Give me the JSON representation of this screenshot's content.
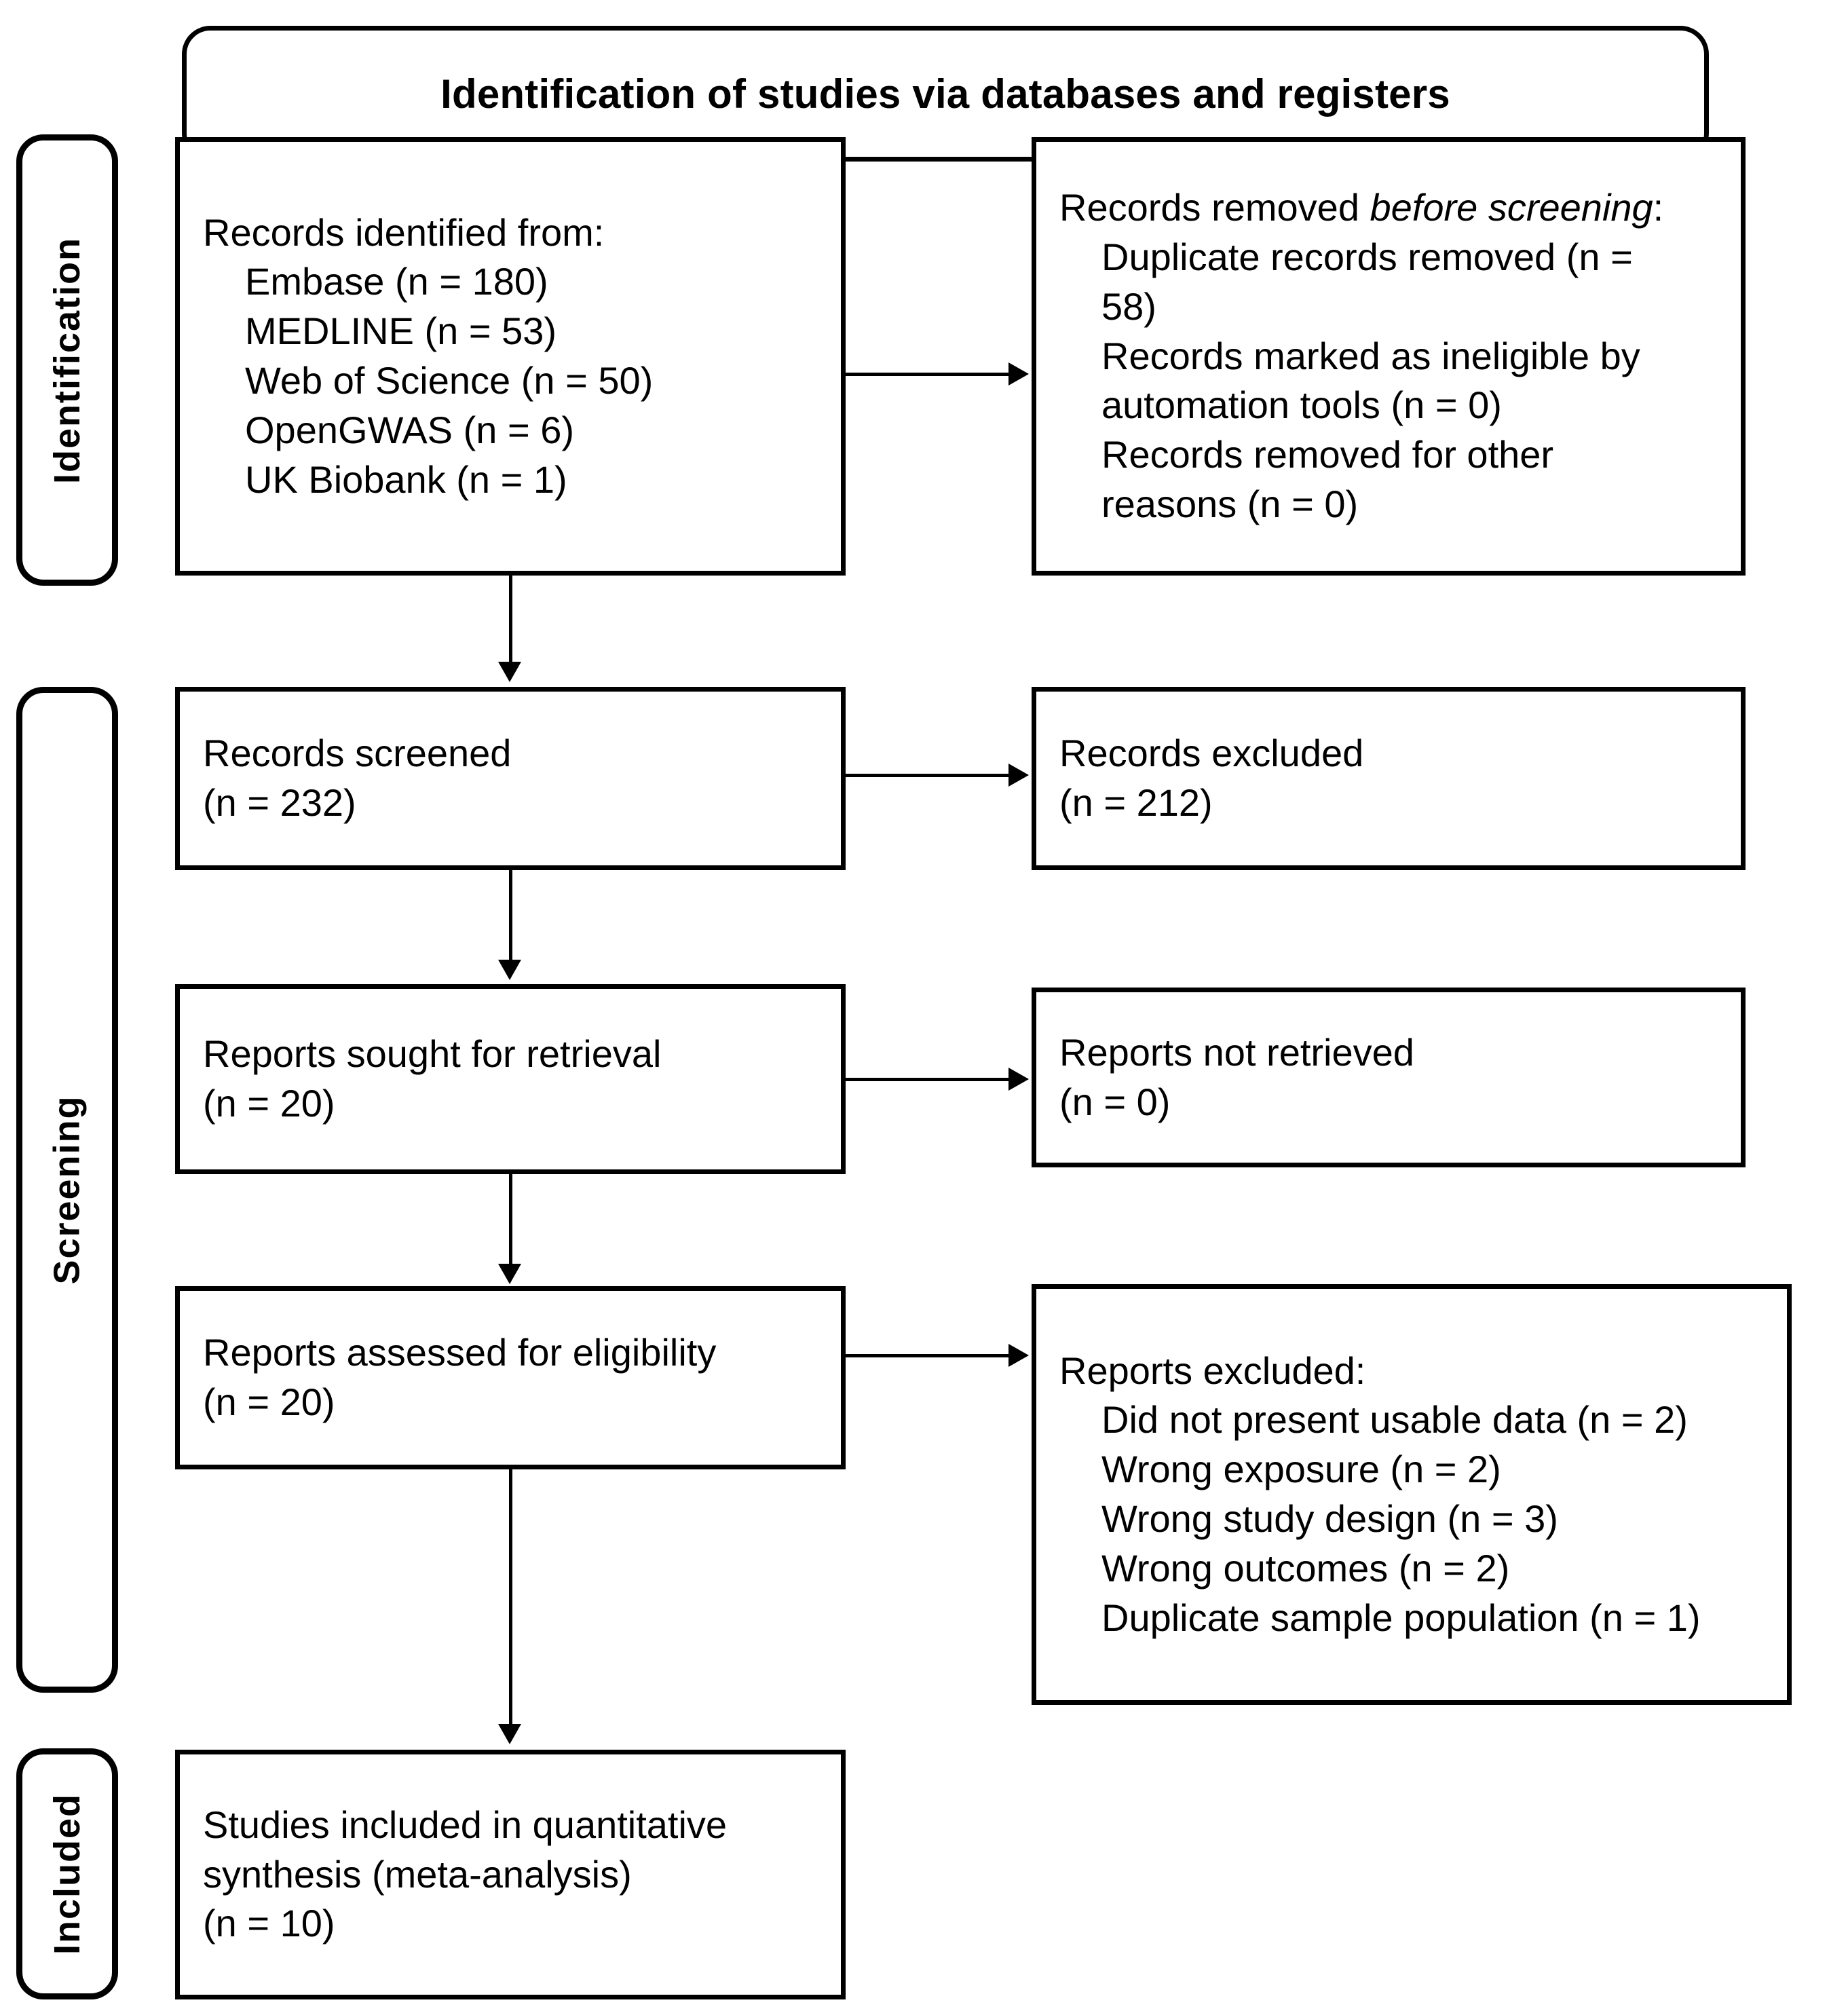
{
  "header": {
    "title": "Identification of studies via databases and registers"
  },
  "stages": [
    {
      "id": "identification",
      "label": "Identification"
    },
    {
      "id": "screening",
      "label": "Screening"
    },
    {
      "id": "included",
      "label": "Included"
    }
  ],
  "boxes": {
    "records_identified": {
      "heading": "Records identified from:",
      "items": [
        "Embase (n = 180)",
        "MEDLINE (n = 53)",
        "Web of Science (n = 50)",
        "OpenGWAS (n = 6)",
        "UK Biobank (n = 1)"
      ]
    },
    "records_removed": {
      "heading_prefix": "Records removed ",
      "heading_italic": "before screening",
      "heading_suffix": ":",
      "items": [
        "Duplicate records removed (n =",
        "58)",
        "Records marked as ineligible by",
        "automation tools (n = 0)",
        "Records removed for other",
        "reasons (n = 0)"
      ]
    },
    "records_screened": {
      "line1": "Records screened",
      "line2": "(n = 232)"
    },
    "records_excluded": {
      "line1": "Records excluded",
      "line2": "(n = 212)"
    },
    "reports_sought": {
      "line1": "Reports sought for retrieval",
      "line2": "(n = 20)"
    },
    "reports_not_retrieved": {
      "line1": "Reports not retrieved",
      "line2": "(n = 0)"
    },
    "reports_assessed": {
      "line1": "Reports assessed for eligibility",
      "line2": "(n = 20)"
    },
    "reports_excluded": {
      "heading": "Reports excluded:",
      "items": [
        "Did not present usable data (n = 2)",
        "Wrong exposure (n = 2)",
        "Wrong study design (n = 3)",
        "Wrong outcomes (n = 2)",
        "Duplicate sample population (n = 1)"
      ]
    },
    "studies_included": {
      "line1": "Studies included in quantitative",
      "line2": "synthesis (meta-analysis)",
      "line3": "(n = 10)"
    }
  },
  "colors": {
    "border": "#000000",
    "background": "#ffffff",
    "text": "#000000"
  }
}
